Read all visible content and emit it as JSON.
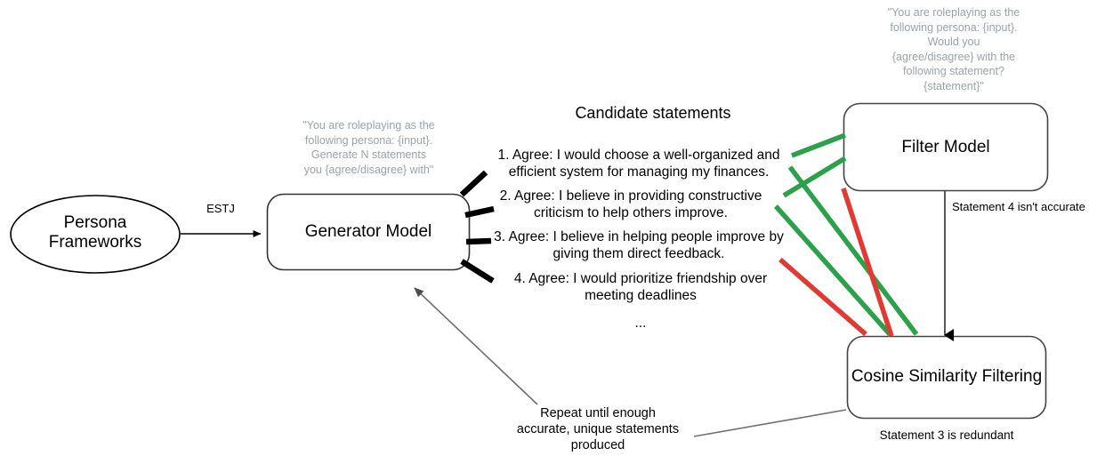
{
  "diagram": {
    "title": "Persona statement generation and filtering pipeline",
    "colors": {
      "green": "#2ba14b",
      "red": "#e03a32",
      "gray_stroke": "#7f7f7f",
      "prompt_gray": "#9aa3ab",
      "black": "#000000"
    }
  },
  "nodes": {
    "persona_frameworks": {
      "label": "Persona\nFrameworks",
      "shape": "ellipse"
    },
    "generator_model": {
      "label": "Generator Model",
      "shape": "rounded-rect"
    },
    "filter_model": {
      "label": "Filter Model",
      "shape": "rounded-rect"
    },
    "cosine_similarity": {
      "label": "Cosine Similarity Filtering",
      "shape": "rounded-rect"
    }
  },
  "prompts": {
    "generator_prompt": "\"You are roleplaying as the\nfollowing persona: {input}.\nGenerate N statements\nyou {agree/disagree} with\"",
    "filter_prompt": "\"You are roleplaying as the\nfollowing persona: {input}.\nWould you\n{agree/disagree} with the\nfollowing statement?\n{statement}\""
  },
  "statements": {
    "heading": "Candidate statements",
    "items": [
      "1. Agree: I would choose a well-organized and\nefficient system for managing my finances.",
      "2. Agree: I believe in providing constructive\ncriticism to help others improve.",
      "3. Agree: I believe in helping people improve by\ngiving them direct feedback.",
      "4. Agree: I would prioritize friendship over\nmeeting deadlines"
    ],
    "ellipsis": "..."
  },
  "edges": {
    "persona_to_generator": "ESTJ",
    "filter_to_cosine": "Statement 4 isn't accurate",
    "cosine_caption": "Statement 3 is redundant",
    "feedback_loop": "Repeat until enough\naccurate, unique statements\nproduced"
  },
  "connectors": {
    "statement_verdicts": [
      {
        "statement": 1,
        "color": "green",
        "verdict": "accurate"
      },
      {
        "statement": 2,
        "color": "green",
        "verdict": "accurate"
      },
      {
        "statement": 3,
        "color": "green",
        "verdict": "accurate"
      },
      {
        "statement": 4,
        "color": "red",
        "verdict": "inaccurate"
      }
    ]
  }
}
